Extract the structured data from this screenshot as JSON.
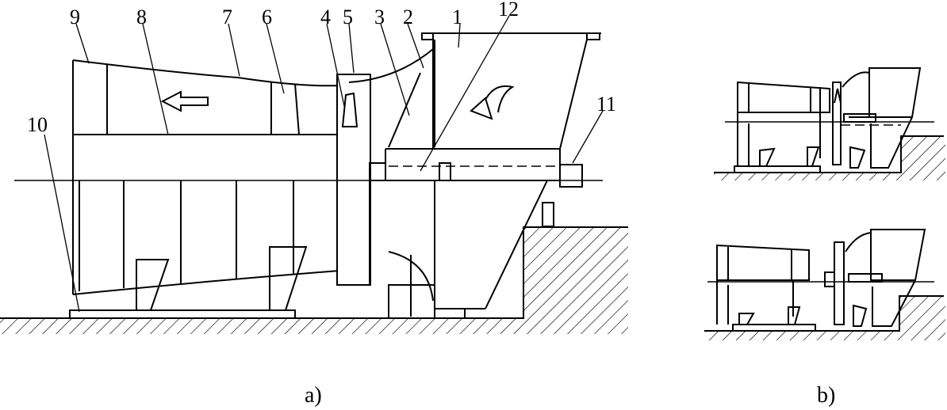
{
  "part_labels": {
    "p1": "1",
    "p2": "2",
    "p3": "3",
    "p4": "4",
    "p5": "5",
    "p6": "6",
    "p7": "7",
    "p8": "8",
    "p9": "9",
    "p10": "10",
    "p11": "11",
    "p12": "12"
  },
  "captions": {
    "a": "a)",
    "b": "b)"
  }
}
